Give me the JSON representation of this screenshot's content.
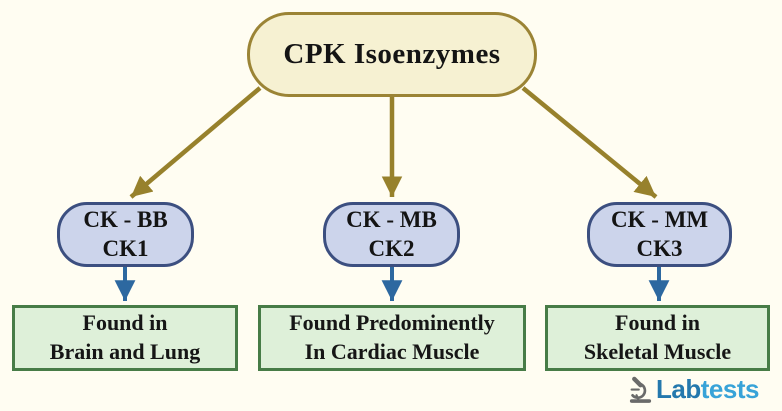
{
  "root": {
    "label": "CPK Isoenzymes"
  },
  "branches": [
    {
      "isoenzyme": "CK - BB",
      "alias": "CK1",
      "finding": [
        "Found in",
        "Brain and Lung"
      ]
    },
    {
      "isoenzyme": "CK - MB",
      "alias": "CK2",
      "finding": [
        "Found Predominently",
        "In Cardiac Muscle"
      ]
    },
    {
      "isoenzyme": "CK - MM",
      "alias": "CK3",
      "finding": [
        "Found in",
        "Skeletal Muscle"
      ]
    }
  ],
  "logo": {
    "text_primary": "Lab",
    "text_secondary": "tests",
    "icon": "microscope-icon"
  },
  "colors": {
    "background": "#fffdf2",
    "root_fill": "#f6f1d2",
    "root_border": "#9b8435",
    "branch_fill": "#ccd4eb",
    "branch_border": "#3c4f80",
    "finding_fill": "#def0d9",
    "finding_border": "#477c47",
    "arrow_gold": "#97812c",
    "arrow_blue": "#2d68a0",
    "logo_blue_dark": "#2478ad",
    "logo_blue_light": "#38a3d8",
    "text": "#141414"
  }
}
